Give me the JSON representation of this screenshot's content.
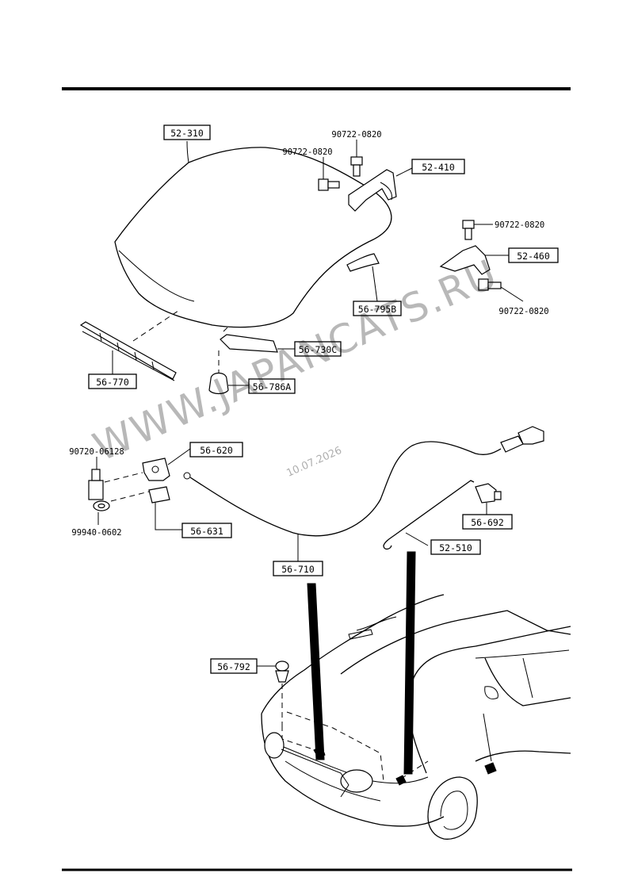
{
  "callouts": {
    "hood": "52-310",
    "hinge_left": "52-410",
    "hinge_right": "52-460",
    "seal_rear": "56-795B",
    "seal_front": "56-730C",
    "insulator": "56-770",
    "bumper": "56-786A",
    "lock": "56-620",
    "lock_bracket": "56-631",
    "release_handle": "56-692",
    "release_cable": "56-710",
    "hood_stay": "52-510",
    "clip": "56-792"
  },
  "fasteners": {
    "bolt_hinge_top": "90722-0820",
    "bolt_hinge_side": "90722-0820",
    "bolt_right_top": "90722-0820",
    "bolt_right_bottom": "90722-0820",
    "lock_bolt": "90720-06128",
    "lock_nut": "99940-0602"
  },
  "watermark": {
    "site": "WWW.JAPANCATS.RU",
    "date": "10.07.2026"
  }
}
